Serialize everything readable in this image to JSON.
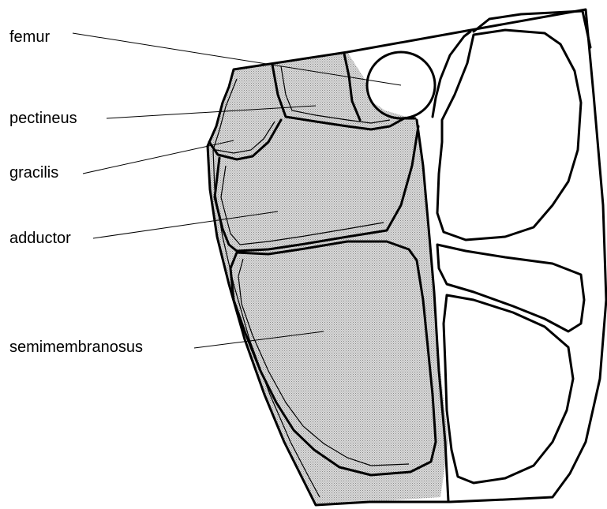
{
  "labels": {
    "femur": "femur",
    "pectineus": "pectineus",
    "gracilis": "gracilis",
    "adductor": "adductor",
    "semimembranosus": "semimembranosus"
  },
  "colors": {
    "outline": "#000000",
    "shaded_muscle": "#c8c8c8",
    "background": "#ffffff"
  }
}
